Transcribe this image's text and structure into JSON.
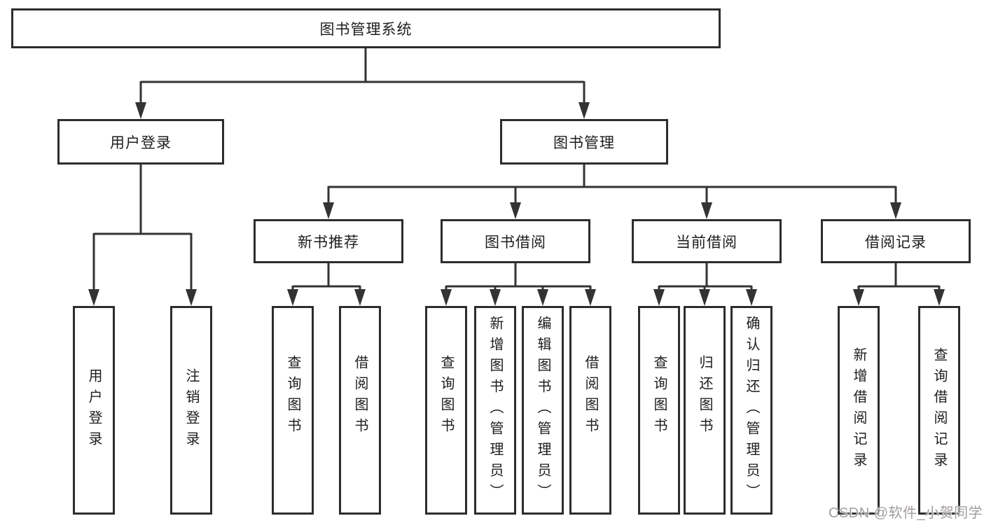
{
  "diagram": {
    "nodes": {
      "root": "图书管理系统",
      "user_login": "用户登录",
      "book_mgmt": "图书管理",
      "new_book_rec": "新书推荐",
      "book_borrow": "图书借阅",
      "current_borrow": "当前借阅",
      "borrow_records": "借阅记录",
      "leaf_user_login": "用户登录",
      "leaf_logout": "注销登录",
      "leaf_query_book_1": "查询图书",
      "leaf_borrow_book_1": "借阅图书",
      "leaf_query_book_2": "查询图书",
      "leaf_add_book_admin": "新增图书（管理员）",
      "leaf_edit_book_admin": "编辑图书（管理员）",
      "leaf_borrow_book_2": "借阅图书",
      "leaf_query_book_3": "查询图书",
      "leaf_return_book": "归还图书",
      "leaf_confirm_return_admin": "确认归还（管理员）",
      "leaf_add_borrow_record": "新增借阅记录",
      "leaf_query_borrow_record": "查询借阅记录"
    },
    "colors": {
      "line": "#333333",
      "box_border": "#2d2d2d",
      "text": "#1d1d1d",
      "background": "#ffffff",
      "watermark_text": "#a39d9d"
    }
  },
  "watermark": "CSDN @软件_小贺同学"
}
